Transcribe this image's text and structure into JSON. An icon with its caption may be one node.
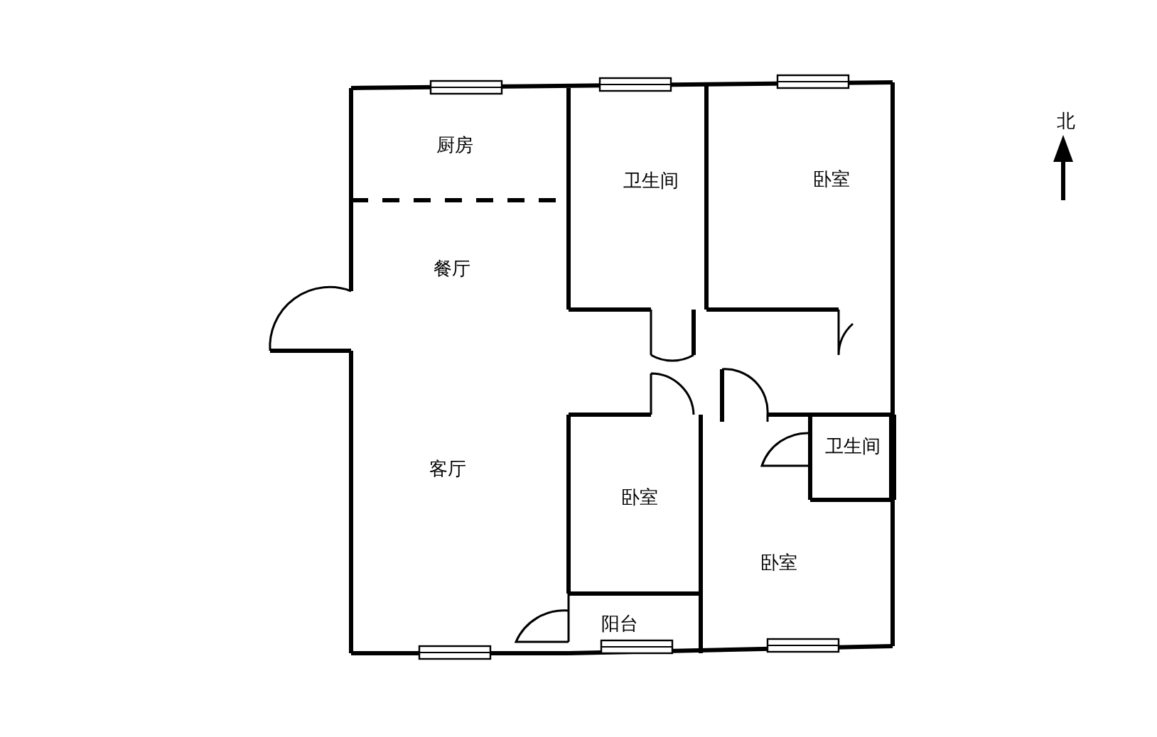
{
  "diagram": {
    "nodes": [
      {
        "text": [
          "厨房"
        ]
      },
      {
        "text": [
          "卫生间"
        ]
      },
      {
        "text": [
          "卧室"
        ]
      },
      {
        "text": [
          "餐厅"
        ]
      },
      {
        "text": [
          "卫生间"
        ]
      },
      {
        "text": [
          "客厅"
        ]
      },
      {
        "text": [
          "卧室"
        ]
      },
      {
        "text": [
          "卧室"
        ]
      },
      {
        "text": [
          "阳台"
        ]
      }
    ],
    "labels": [
      "北"
    ]
  }
}
